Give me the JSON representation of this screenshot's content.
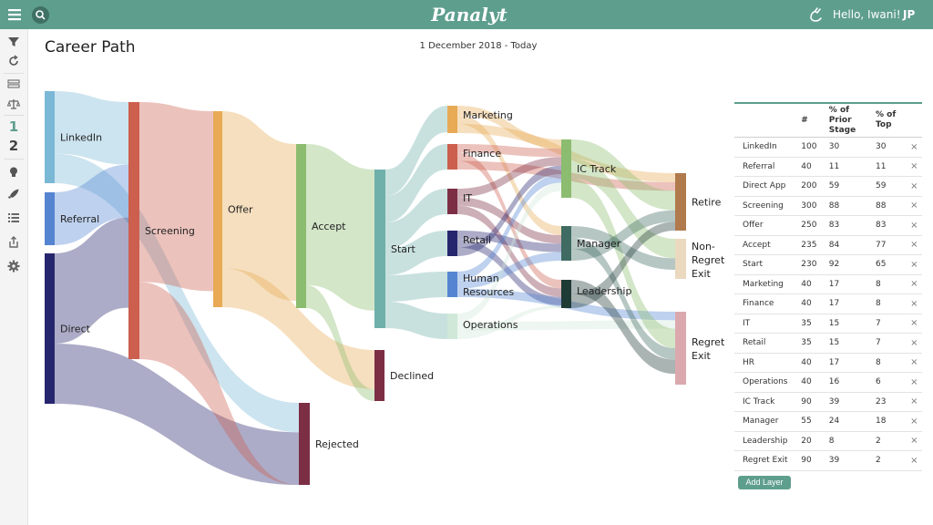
{
  "header": {
    "logo_text": "Panalyt",
    "greeting": "Hello, Iwani!",
    "user_initials": "JP"
  },
  "page": {
    "title": "Career Path",
    "date_range": "1 December 2018 - Today"
  },
  "sidebar": {
    "icons": [
      "filter-icon",
      "refresh-icon",
      "layers-icon",
      "balance-scale-icon",
      "step-one-icon",
      "step-two-icon",
      "lightbulb-icon",
      "rocket-icon",
      "list-icon",
      "share-icon",
      "gear-icon"
    ],
    "numbers": [
      "1",
      "2"
    ]
  },
  "sankey": {
    "nodes": [
      {
        "id": "linkedin",
        "label": "LinkedIn",
        "color": "#7ab8d6"
      },
      {
        "id": "referral",
        "label": "Referral",
        "color": "#5585d1"
      },
      {
        "id": "direct",
        "label": "Direct",
        "color": "#26266e"
      },
      {
        "id": "screening",
        "label": "Screening",
        "color": "#cc5f4e"
      },
      {
        "id": "offer",
        "label": "Offer",
        "color": "#e8aa55"
      },
      {
        "id": "accept",
        "label": "Accept",
        "color": "#8cbc6f"
      },
      {
        "id": "start",
        "label": "Start",
        "color": "#6fb0aa"
      },
      {
        "id": "declined",
        "label": "Declined",
        "color": "#7c2e45"
      },
      {
        "id": "rejected",
        "label": "Rejected",
        "color": "#7c2e45"
      },
      {
        "id": "marketing",
        "label": "Marketing",
        "color": "#e8aa55"
      },
      {
        "id": "finance",
        "label": "Finance",
        "color": "#cc5f4e"
      },
      {
        "id": "it",
        "label": "IT",
        "color": "#7c2e45"
      },
      {
        "id": "retail",
        "label": "Retail",
        "color": "#26266e"
      },
      {
        "id": "hr",
        "label": "Human Resources",
        "color": "#5585d1"
      },
      {
        "id": "operations",
        "label": "Operations",
        "color": "#cfe8d8"
      },
      {
        "id": "ictrack",
        "label": "IC Track",
        "color": "#8cbc6f"
      },
      {
        "id": "manager",
        "label": "Manager",
        "color": "#3f6b62"
      },
      {
        "id": "leadership",
        "label": "Leadership",
        "color": "#1f3b36"
      },
      {
        "id": "retire",
        "label": "Retire",
        "color": "#b07a4c"
      },
      {
        "id": "nonregret",
        "label": "Non-Regret Exit",
        "color": "#ead9bf"
      },
      {
        "id": "regret",
        "label": "Regret Exit",
        "color": "#dba9ad"
      }
    ],
    "links": [
      [
        "linkedin",
        "screening"
      ],
      [
        "linkedin",
        "rejected"
      ],
      [
        "referral",
        "screening"
      ],
      [
        "direct",
        "screening"
      ],
      [
        "direct",
        "rejected"
      ],
      [
        "screening",
        "offer"
      ],
      [
        "screening",
        "rejected"
      ],
      [
        "offer",
        "accept"
      ],
      [
        "offer",
        "declined"
      ],
      [
        "accept",
        "start"
      ],
      [
        "accept",
        "declined"
      ],
      [
        "start",
        "marketing"
      ],
      [
        "start",
        "finance"
      ],
      [
        "start",
        "it"
      ],
      [
        "start",
        "retail"
      ],
      [
        "start",
        "hr"
      ],
      [
        "start",
        "operations"
      ],
      [
        "marketing",
        "ictrack"
      ],
      [
        "marketing",
        "manager"
      ],
      [
        "marketing",
        "retire"
      ],
      [
        "finance",
        "ictrack"
      ],
      [
        "finance",
        "leadership"
      ],
      [
        "finance",
        "retire"
      ],
      [
        "it",
        "ictrack"
      ],
      [
        "it",
        "manager"
      ],
      [
        "it",
        "leadership"
      ],
      [
        "retail",
        "manager"
      ],
      [
        "retail",
        "leadership"
      ],
      [
        "retail",
        "ictrack"
      ],
      [
        "hr",
        "ictrack"
      ],
      [
        "hr",
        "manager"
      ],
      [
        "hr",
        "regret"
      ],
      [
        "operations",
        "ictrack"
      ],
      [
        "operations",
        "regret"
      ],
      [
        "operations",
        "leadership"
      ],
      [
        "ictrack",
        "retire"
      ],
      [
        "ictrack",
        "nonregret"
      ],
      [
        "ictrack",
        "regret"
      ],
      [
        "manager",
        "nonregret"
      ],
      [
        "manager",
        "regret"
      ],
      [
        "manager",
        "retire"
      ],
      [
        "leadership",
        "regret"
      ],
      [
        "leadership",
        "retire"
      ]
    ]
  },
  "table": {
    "headers": [
      "",
      "#",
      "% of Prior Stage",
      "% of Top"
    ],
    "rows": [
      {
        "label": "LinkedIn",
        "n": "100",
        "prior": "30",
        "top": "30"
      },
      {
        "label": "Referral",
        "n": "40",
        "prior": "11",
        "top": "11"
      },
      {
        "label": "Direct App",
        "n": "200",
        "prior": "59",
        "top": "59"
      },
      {
        "label": "Screening",
        "n": "300",
        "prior": "88",
        "top": "88"
      },
      {
        "label": "Offer",
        "n": "250",
        "prior": "83",
        "top": "83"
      },
      {
        "label": "Accept",
        "n": "235",
        "prior": "84",
        "top": "77"
      },
      {
        "label": "Start",
        "n": "230",
        "prior": "92",
        "top": "65"
      },
      {
        "label": "Marketing",
        "n": "40",
        "prior": "17",
        "top": "8"
      },
      {
        "label": "Finance",
        "n": "40",
        "prior": "17",
        "top": "8"
      },
      {
        "label": "IT",
        "n": "35",
        "prior": "15",
        "top": "7"
      },
      {
        "label": "Retail",
        "n": "35",
        "prior": "15",
        "top": "7"
      },
      {
        "label": "HR",
        "n": "40",
        "prior": "17",
        "top": "8"
      },
      {
        "label": "Operations",
        "n": "40",
        "prior": "16",
        "top": "6"
      },
      {
        "label": "IC Track",
        "n": "90",
        "prior": "39",
        "top": "23"
      },
      {
        "label": "Manager",
        "n": "55",
        "prior": "24",
        "top": "18"
      },
      {
        "label": "Leadership",
        "n": "20",
        "prior": "8",
        "top": "2"
      },
      {
        "label": "Regret Exit",
        "n": "90",
        "prior": "39",
        "top": "2"
      }
    ],
    "remove_glyph": "×"
  },
  "actions": {
    "add_layer_label": "Add Layer"
  },
  "colors": {
    "brand": "#5e9e8d"
  }
}
